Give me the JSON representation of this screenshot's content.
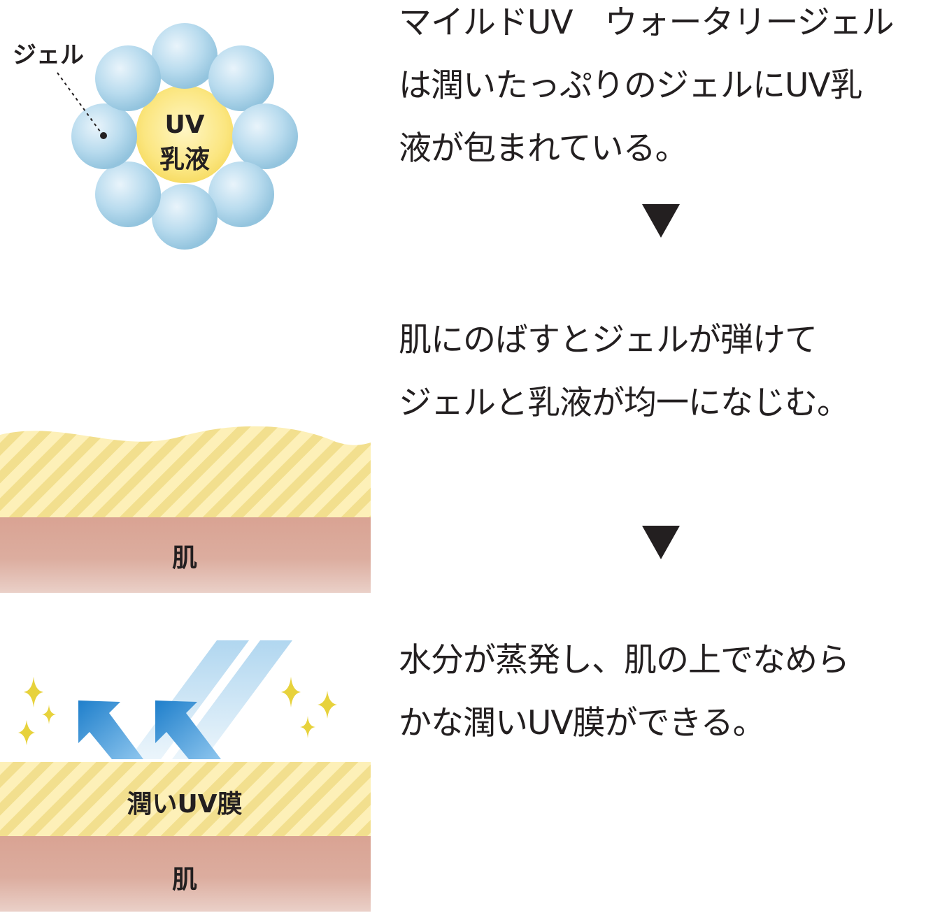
{
  "captions": [
    {
      "lines": [
        "マイルドUV　ウォータリージェル",
        "は潤いたっぷりのジェルにUV乳",
        "液が包まれている。"
      ]
    },
    {
      "lines": [
        "肌にのばすとジェルが弾けて",
        "ジェルと乳液が均一になじむ。"
      ]
    },
    {
      "lines": [
        "水分が蒸発し、肌の上でなめら",
        "かな潤いUV膜ができる。"
      ]
    }
  ],
  "step_arrows": [
    "down-triangle",
    "down-triangle"
  ],
  "figure_1": {
    "gel_label": "ジェル",
    "core_label_lines": [
      "UV",
      "乳液"
    ],
    "gel_color": "#a9d3e8",
    "core_color": "#fbe37a"
  },
  "figure_2": {
    "skin_label": "肌",
    "layer_color": "#f4e08a",
    "skin_color": "#d8a394"
  },
  "figure_3": {
    "film_label": "潤いUV膜",
    "skin_label": "肌",
    "arrow_color": "#2b8fd6",
    "sparkle_color": "#e7d23c"
  }
}
